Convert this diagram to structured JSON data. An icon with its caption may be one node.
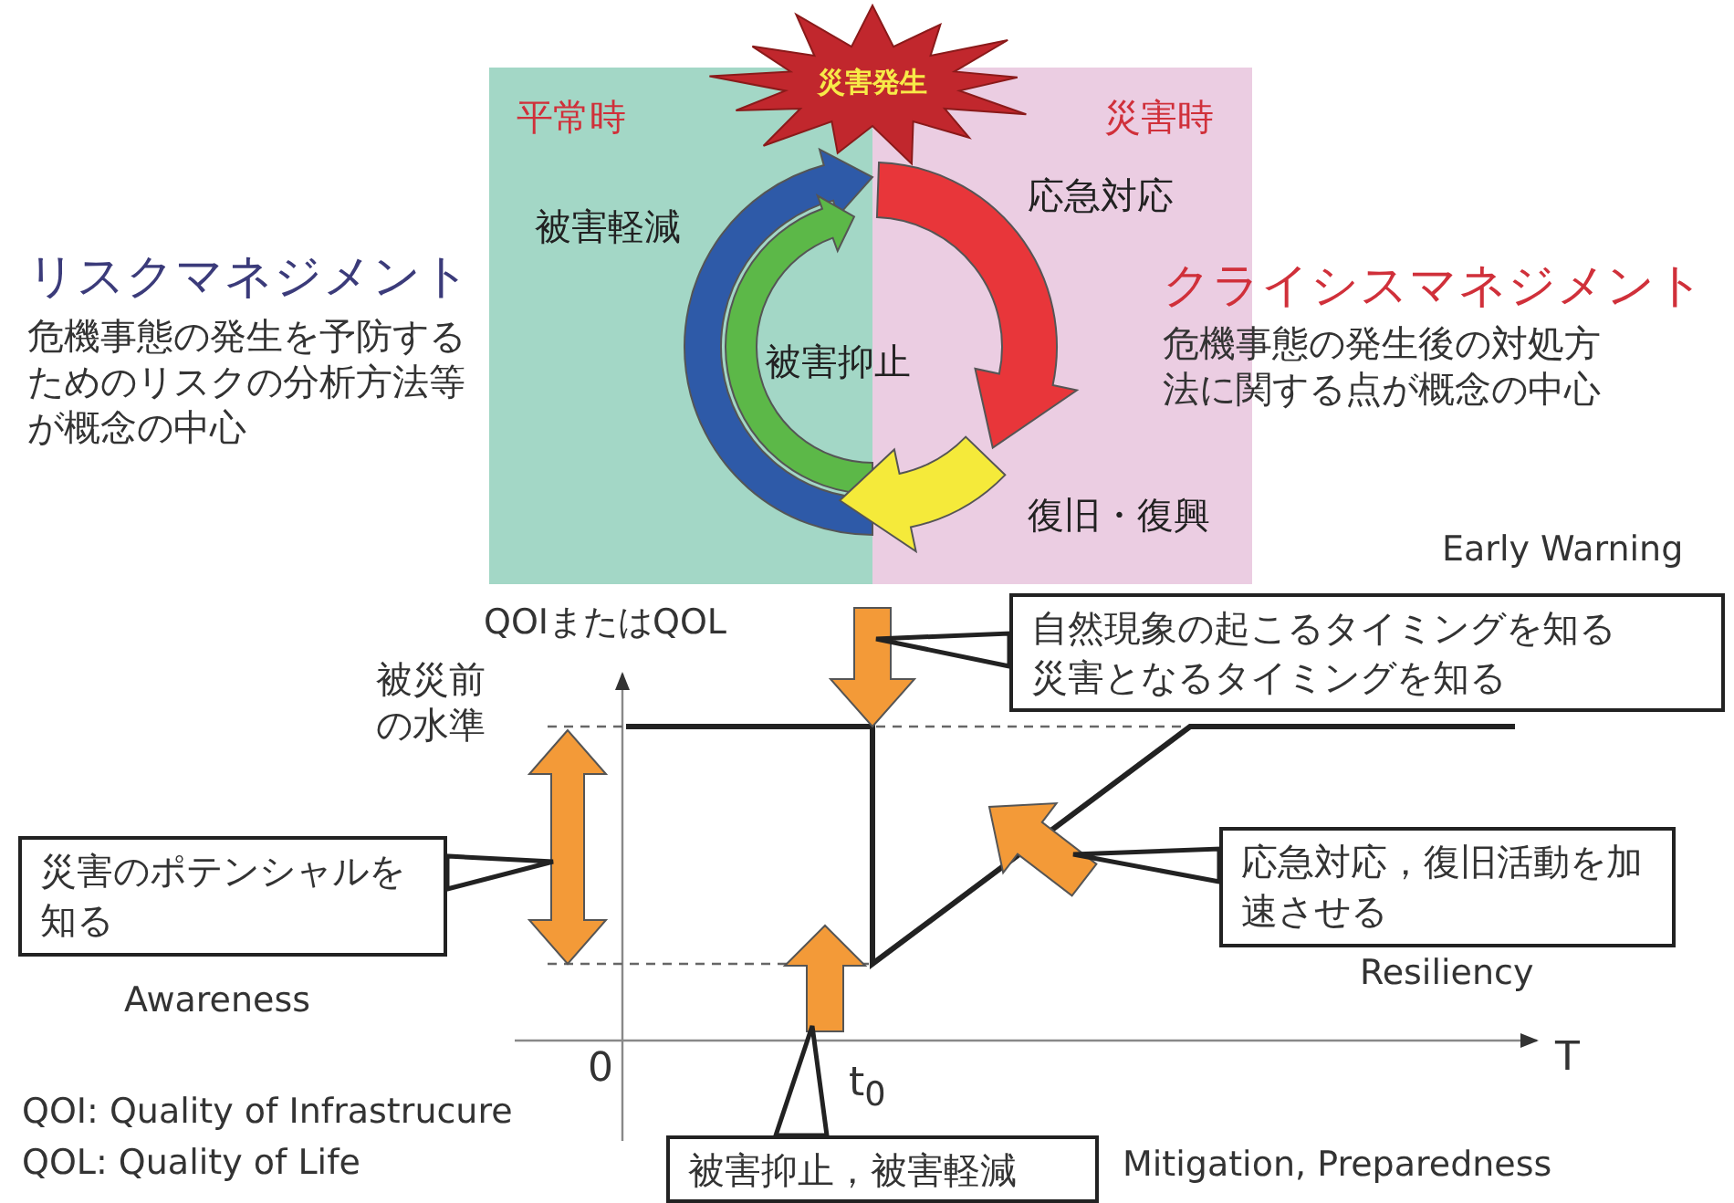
{
  "diagram": {
    "nodes": [
      {
        "text": [
          "平常時"
        ]
      },
      {
        "text": [
          "災害時"
        ]
      },
      {
        "text": [
          "災害発生"
        ]
      },
      {
        "text": [
          "災害のポテンシャルを知る"
        ]
      },
      {
        "text": [
          "自然現象の起こるタイミングを知る",
          "災害となるタイミングを知る"
        ]
      },
      {
        "text": [
          "応急対応，復旧活動を加速させる"
        ]
      },
      {
        "text": [
          "被害抑止，被害軽減"
        ]
      },
      {
        "text": [],
        "shape": "arrow"
      },
      {
        "text": [],
        "shape": "arrow"
      },
      {
        "text": [],
        "shape": "arrow"
      },
      {
        "text": [],
        "shape": "arrow"
      }
    ],
    "edges": [
      {
        "from": 3,
        "to": 7,
        "arrow": "none"
      },
      {
        "from": 4,
        "to": 8,
        "arrow": "none"
      },
      {
        "from": 5,
        "to": 10,
        "arrow": "none"
      },
      {
        "from": 6,
        "to": 9,
        "arrow": "none"
      }
    ],
    "labels": [
      "リスクマネジメント",
      "危機事態の発生を予防するためのリスクの分析方法等が概念の中心",
      "クライシスマネジメント",
      "危機事態の発生後の対処方法に関する点が概念の中心",
      "被害軽減",
      "被害抑止",
      "応急対応",
      "復旧・復興",
      "Early Warning",
      "QOIまたはQOL",
      "被災前の水準",
      "Awareness",
      "0",
      "t$_{0}$",
      "T",
      "Resiliency",
      "QOI: Quality of Infrastrucure",
      "QOL: Quality of Life",
      "Mitigation, Preparedness"
    ]
  }
}
